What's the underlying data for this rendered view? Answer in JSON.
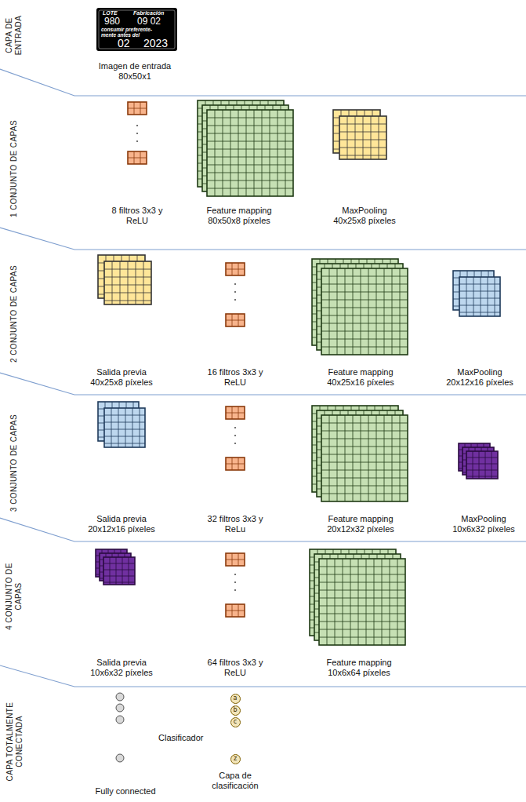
{
  "diagram": {
    "nodes": [
      {
        "text": [
          "a"
        ]
      },
      {
        "text": [
          "b"
        ]
      },
      {
        "text": [
          "c"
        ]
      },
      {
        "text": [
          "z"
        ]
      }
    ],
    "labels": [
      "CAPA DE ENTRADA",
      "LOTE",
      "Fabricación",
      "980",
      "09 02",
      "consumir preferente- mente antes del",
      "02",
      "2023",
      "Imagen de entrada 80x50x1",
      "1 CONJUNTO DE CAPAS",
      "8 filtros 3x3 y ReLU",
      "Feature mapping 80x50x8 píxeles",
      "MaxPooling 40x25x8 píxeles",
      "2 CONJUNTO DE CAPAS",
      "Salida previa 40x25x8 píxeles",
      "16 filtros 3x3 y ReLU",
      "Feature mapping 40x25x16 píxeles",
      "MaxPooling 20x12x16 píxeles",
      "3 CONJUNTO DE CAPAS",
      "Salida previa 20x12x16 píxeles",
      "32 filtros 3x3 y ReLu",
      "Feature mapping 20x12x32 píxeles",
      "MaxPooling 10x6x32 píxeles",
      "4 CONJUNTO DE CAPAS",
      "Salida previa 10x6x32 píxeles",
      "64 filtros 3x3 y ReLU",
      "Feature mapping 10x6x64 píxeles",
      "CAPA TOTALMENTE CONECTADA",
      "Clasificador",
      "Fully connected",
      "Capa de clasificación"
    ]
  }
}
